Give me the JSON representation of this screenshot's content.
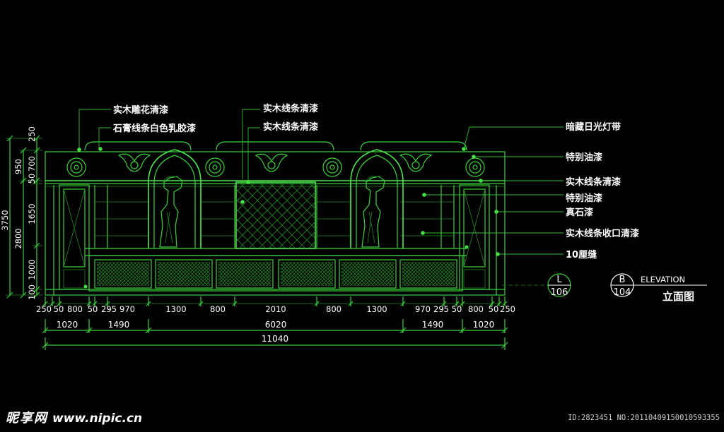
{
  "annotations_left": [
    "实木雕花清漆",
    "石膏线条白色乳胶漆"
  ],
  "annotations_center": [
    "实木线条清漆",
    "实木线条清漆"
  ],
  "annotations_right": [
    "暗藏日光灯带",
    "特别油漆",
    "实木线条清漆",
    "特别油漆",
    "真石漆",
    "实木线条收口清漆",
    "10厘缝"
  ],
  "vertical_dims_outer": [
    "3750"
  ],
  "vertical_dims_middle": [
    "950",
    "2800"
  ],
  "vertical_dims_inner": [
    "250",
    "700",
    "50",
    "1650",
    "1000",
    "100"
  ],
  "dims_row1": [
    "250",
    "50",
    "800",
    "50",
    "295",
    "970",
    "1300",
    "800",
    "2010",
    "800",
    "1300",
    "970",
    "295",
    "50",
    "800",
    "50",
    "250"
  ],
  "dims_row2": [
    "1020",
    "1490",
    "6020",
    "1490",
    "1020"
  ],
  "dims_row3": [
    "11040"
  ],
  "section_marker": {
    "letter": "L",
    "number": "106"
  },
  "elevation_marker": {
    "letter": "B",
    "number": "104",
    "label_en": "ELEVATION",
    "label_cn": "立面图"
  },
  "watermark": {
    "brand": "昵享网",
    "url": "www.nipic.cn"
  },
  "image_id_text": "ID:2823451 NO:20110409150010593355",
  "colors": {
    "background": "#000000",
    "line": "#39d43a",
    "text": "#ffffff"
  }
}
